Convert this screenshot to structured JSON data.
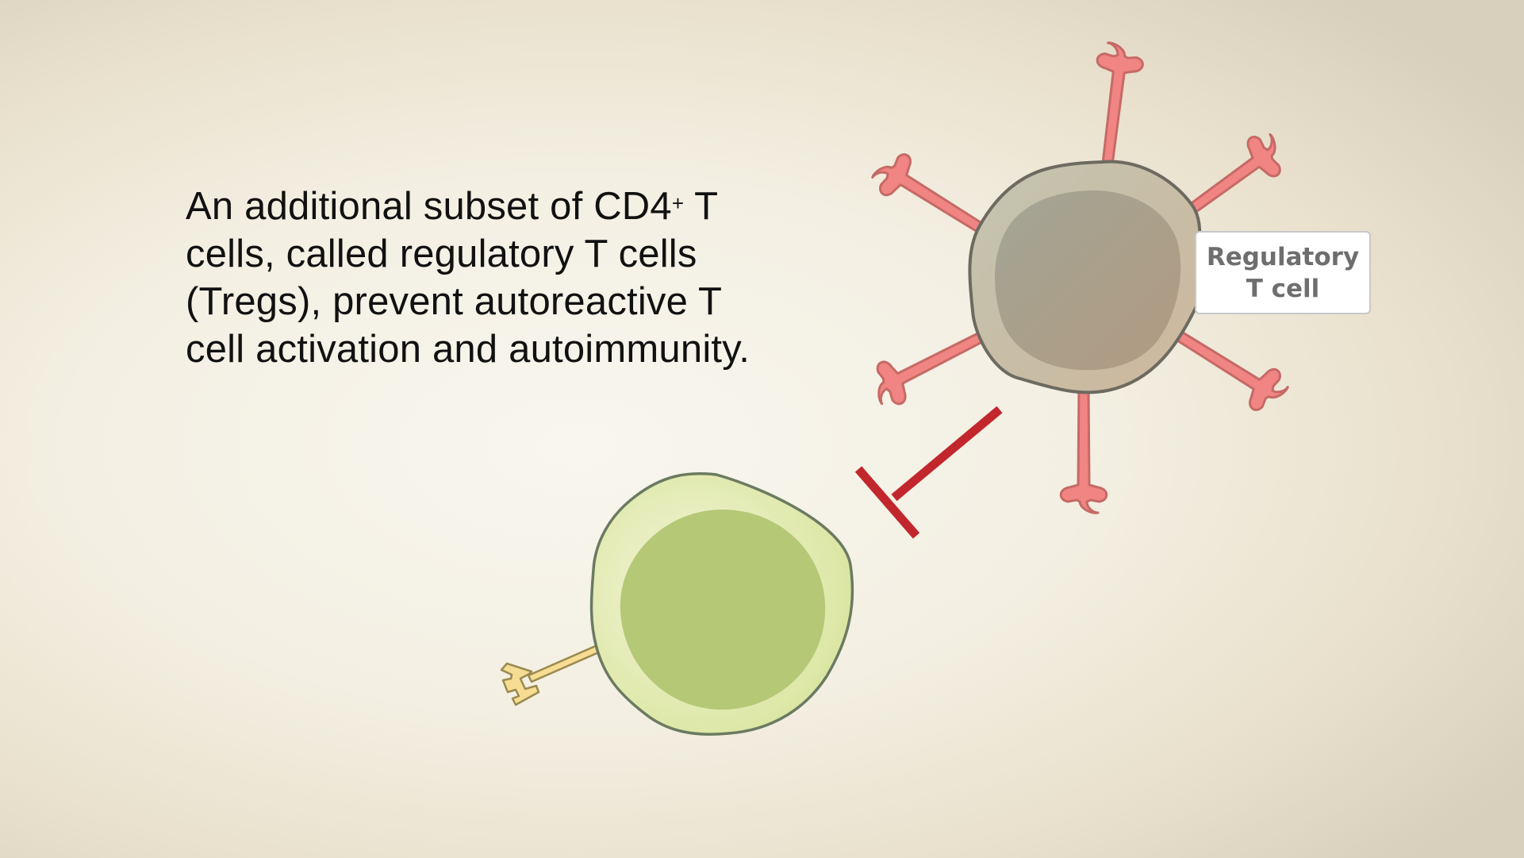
{
  "caption": {
    "line1_pre": "An additional subset of CD4",
    "line1_sup": "+",
    "line1_post": " T",
    "line2": "cells, called regulatory T cells",
    "line3": "(Tregs), prevent autoreactive T",
    "line4": "cell activation and autoimmunity."
  },
  "treg_label": "Regulatory\nT cell",
  "colors": {
    "treg_cell_fill": "#c3c3ad",
    "treg_nucleus": "#a89d8a",
    "receptor": "#f08583",
    "inhibition": "#c1272d",
    "autoreactive_cell_fill": "#dde8a6",
    "autoreactive_nucleus": "#b4c876",
    "autoreactive_receptor": "#f7dc93"
  }
}
